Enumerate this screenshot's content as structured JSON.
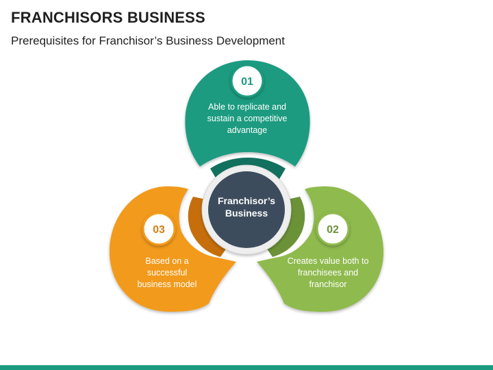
{
  "slide": {
    "title": "FRANCHISORS BUSINESS",
    "subtitle": "Prerequisites for Franchisor’s Business Development"
  },
  "center": {
    "line1": "Franchisor’s",
    "line2": "Business",
    "color": "#3d4c5d"
  },
  "petals": [
    {
      "number": "01",
      "lines": [
        "Able to replicate and",
        "sustain a competitive",
        "advantage"
      ],
      "color": "#1a9b80",
      "dark_color": "#12715e"
    },
    {
      "number": "02",
      "lines": [
        "Creates value both to",
        "franchisees and",
        "franchisor"
      ],
      "color": "#8fba4e",
      "dark_color": "#6c9238"
    },
    {
      "number": "03",
      "lines": [
        "Based on a",
        "successful",
        "business model"
      ],
      "color": "#f29a1e",
      "dark_color": "#c66e0c"
    }
  ],
  "colors": {
    "accent_bar": "#1a9b80"
  }
}
